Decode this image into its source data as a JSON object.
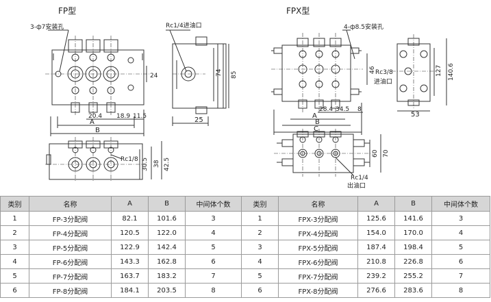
{
  "titles": {
    "fp": "FP型",
    "fpx": "FPX型"
  },
  "callouts": {
    "fp_mount_hole": "3-ф7安装孔",
    "fp_inlet": "Rc1/4进油口",
    "fp_outlet": "Rc1/8",
    "fpx_mount_hole": "4-ф8.5安装孔",
    "fpx_inlet_1": "Rc3/8",
    "fpx_inlet_2": "进油口",
    "fpx_outlet_1": "Rc1/4",
    "fpx_outlet_2": "出油口"
  },
  "dims": {
    "fp": {
      "d24": "24",
      "d74": "74",
      "d85": "85",
      "d25": "25",
      "d20_4": "20.4",
      "d18_9": "18.9",
      "d11_5": "11.5",
      "A": "A",
      "B": "B",
      "d30_5": "30.5",
      "d38": "38",
      "d42_5": "42.5"
    },
    "fpx": {
      "d46": "46",
      "d127": "127",
      "d140_6": "140.6",
      "d53": "53",
      "d28_4": "28.4",
      "d34_5": "34.5",
      "d8": "8",
      "A": "A",
      "B": "B",
      "C": "C",
      "d60": "60",
      "d70": "70"
    }
  },
  "table": {
    "headers": [
      "类别",
      "名称",
      "A",
      "B",
      "中间体个数",
      "类别",
      "名称",
      "A",
      "B",
      "中间体个数"
    ],
    "rows": [
      [
        "1",
        "FP-3分配阀",
        "82.1",
        "101.6",
        "3",
        "1",
        "FPX-3分配阀",
        "125.6",
        "141.6",
        "3"
      ],
      [
        "2",
        "FP-4分配阀",
        "120.5",
        "122.0",
        "4",
        "2",
        "FPX-4分配阀",
        "154.0",
        "170.0",
        "4"
      ],
      [
        "3",
        "FP-5分配阀",
        "122.9",
        "142.4",
        "5",
        "3",
        "FPX-5分配阀",
        "187.4",
        "198.4",
        "5"
      ],
      [
        "4",
        "FP-6分配阀",
        "143.3",
        "162.8",
        "6",
        "4",
        "FPX-6分配阀",
        "210.8",
        "226.8",
        "6"
      ],
      [
        "5",
        "FP-7分配阀",
        "163.7",
        "183.2",
        "7",
        "5",
        "FPX-7分配阀",
        "239.2",
        "255.2",
        "7"
      ],
      [
        "6",
        "FP-8分配阀",
        "184.1",
        "203.5",
        "8",
        "6",
        "FPX-8分配阀",
        "276.6",
        "283.6",
        "8"
      ]
    ]
  }
}
